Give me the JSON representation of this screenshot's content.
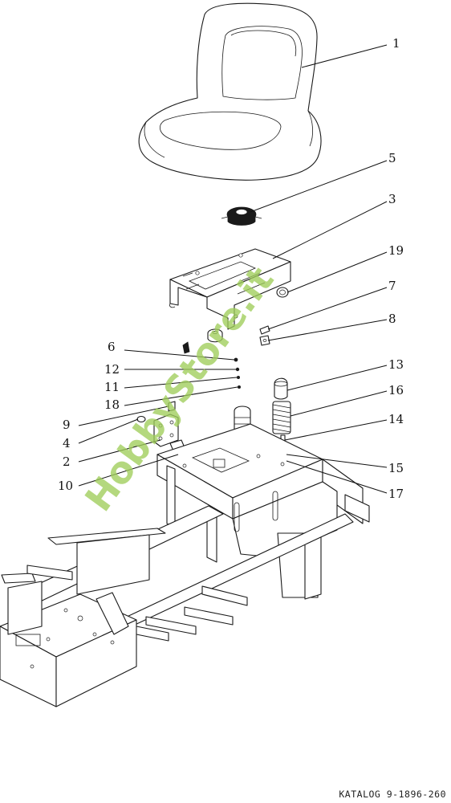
{
  "watermark": "HobbyStore.it",
  "catalog_label": "KATALOG 9-1896-260",
  "callouts": [
    {
      "id": "1"
    },
    {
      "id": "5"
    },
    {
      "id": "3"
    },
    {
      "id": "19"
    },
    {
      "id": "7"
    },
    {
      "id": "8"
    },
    {
      "id": "6"
    },
    {
      "id": "12"
    },
    {
      "id": "11"
    },
    {
      "id": "18"
    },
    {
      "id": "13"
    },
    {
      "id": "16"
    },
    {
      "id": "9"
    },
    {
      "id": "4"
    },
    {
      "id": "14"
    },
    {
      "id": "2"
    },
    {
      "id": "15"
    },
    {
      "id": "10"
    },
    {
      "id": "17"
    }
  ]
}
